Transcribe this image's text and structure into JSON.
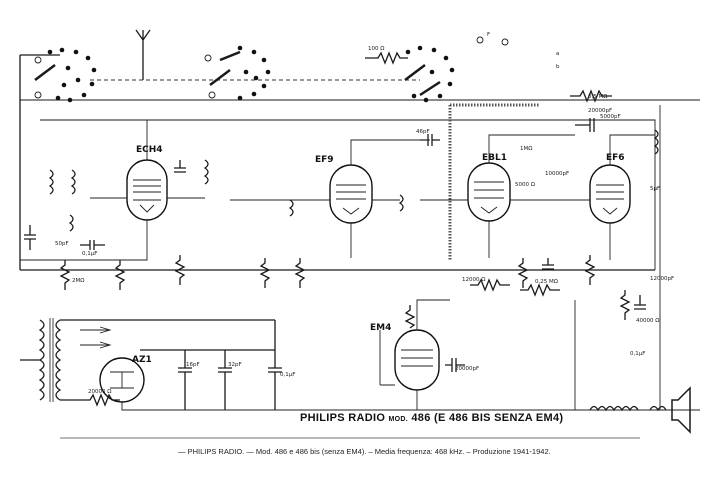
{
  "title": {
    "brand": "PHILIPS RADIO",
    "model_prefix": "MOD.",
    "model": "486",
    "variant": "(E 486 BIS SENZA EM4)"
  },
  "footer": "— PHILIPS RADIO. — Mod. 486 e 486 bis (senza EM4). – Media frequenza: 468 kHz. – Produzione 1941-1942.",
  "tubes": {
    "ech4": "ECH4",
    "ef9": "EF9",
    "ebl1": "EBL1",
    "ef6": "EF6",
    "em4": "EM4",
    "az1": "AZ1"
  },
  "components": {
    "r_100": "100 Ω",
    "c_46pf": "46pF",
    "r_05m": "0,5 MΩ",
    "c_20000": "20000pF",
    "c_5000": "5000pF",
    "c_50pf": "50pF",
    "c_01uf_a": "0,1µF",
    "r_2m": "2MΩ",
    "c_16pf": "16pF",
    "c_32pf": "32pF",
    "c_01uf_b": "0,1µF",
    "r_20000": "20000 Ω",
    "c_20000_em4": "20000pF",
    "r_12000": "12000 Ω",
    "r_025m": "0,25 MΩ",
    "c_5uf": "5µF",
    "r_1m": "1MΩ",
    "c_10000": "10000pF",
    "r_5000": "5000 Ω",
    "c_01uf_c": "0,1µF",
    "r_40000": "40000 Ω",
    "c_12000": "12000pF"
  },
  "pin_labels": {
    "a": "a",
    "b": "b",
    "f": "F"
  }
}
